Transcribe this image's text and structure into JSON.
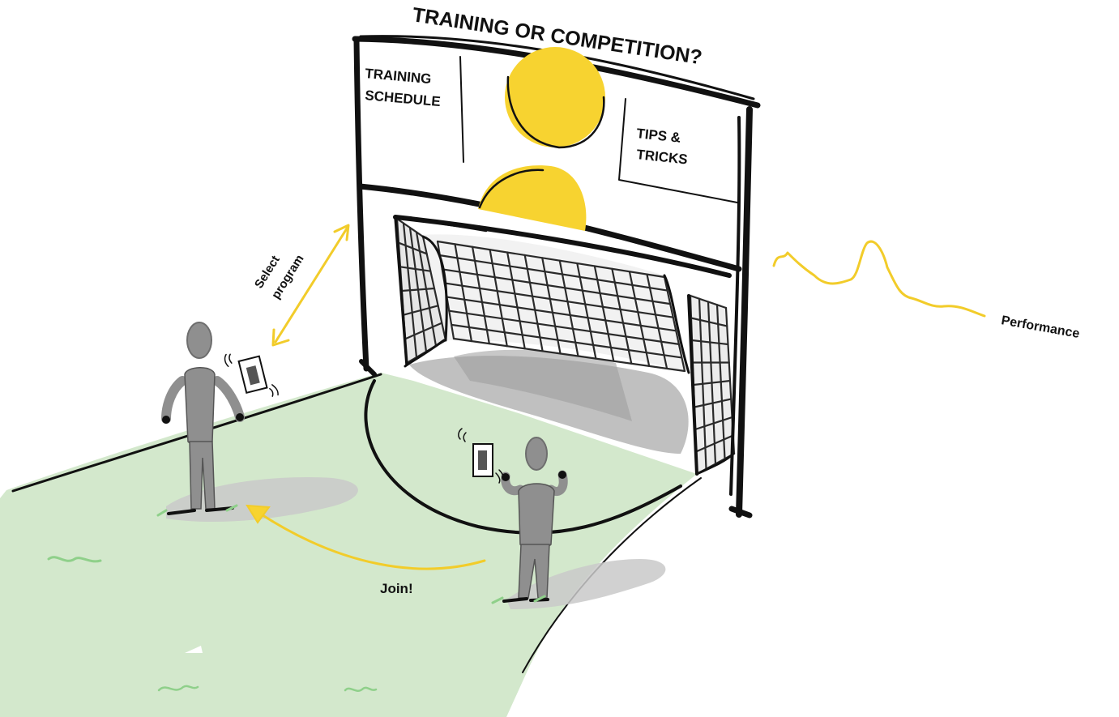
{
  "board": {
    "title": "TRAINING OR COMPETITION?",
    "left_panel_line1": "TRAINING",
    "left_panel_line2": "SCHEDULE",
    "right_panel_line1": "TIPS &",
    "right_panel_line2": "TRICKS"
  },
  "labels": {
    "select_line1": "Select",
    "select_line2": "program",
    "performance": "Performance",
    "join": "Join!"
  },
  "colors": {
    "pitch": "#d3e8cc",
    "accent": "#f7d330",
    "figure": "#8f8f8f",
    "ink": "#111111",
    "shadow": "#c4c4c4",
    "grass_marks": "#8fd08a"
  }
}
